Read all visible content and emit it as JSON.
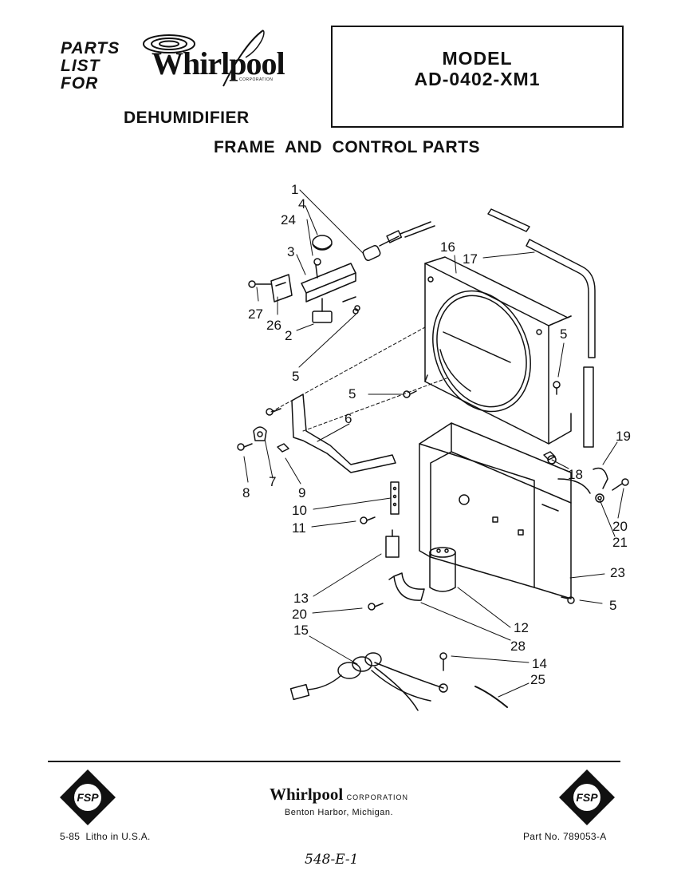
{
  "header": {
    "parts_list_line1": "PARTS",
    "parts_list_line2": "LIST",
    "parts_list_line3": "FOR",
    "brand": "Whirlpool",
    "brand_sub": "CORPORATION",
    "product": "DEHUMIDIFIER",
    "model_label": "MODEL",
    "model_number": "AD-0402-XM1"
  },
  "section_title": "FRAME  AND  CONTROL PARTS",
  "callouts": {
    "c1": "1",
    "c4": "4",
    "c24": "24",
    "c3": "3",
    "c27": "27",
    "c26": "26",
    "c2": "2",
    "c16": "16",
    "c17": "17",
    "c5a": "5",
    "c5b": "5",
    "c5c": "5",
    "c5d": "5",
    "c6": "6",
    "c8": "8",
    "c7": "7",
    "c9": "9",
    "c10": "10",
    "c11": "11",
    "c18": "18",
    "c19": "19",
    "c20a": "20",
    "c21": "21",
    "c23": "23",
    "c13": "13",
    "c20b": "20",
    "c12": "12",
    "c28": "28",
    "c15": "15",
    "c14": "14",
    "c25": "25"
  },
  "footer": {
    "badge_left": "FSP",
    "badge_right": "FSP",
    "brand": "Whirlpool",
    "corp": "CORPORATION",
    "city": "Benton Harbor, Michigan.",
    "litho": "5-85  Litho in U.S.A.",
    "part_no": "Part No. 789053-A",
    "handwritten": "548-E-1"
  }
}
